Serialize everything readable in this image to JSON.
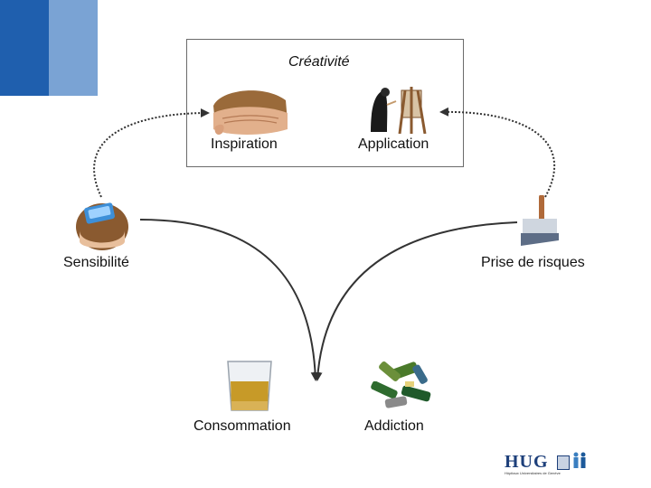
{
  "diagram": {
    "box_title": "Créativité",
    "nodes": {
      "inspiration": "Inspiration",
      "application": "Application",
      "sensibilite": "Sensibilité",
      "prise_de_risques": "Prise de risques",
      "consommation": "Consommation",
      "addiction": "Addiction"
    }
  },
  "logo": {
    "name": "HUG",
    "subtitle": "Hôpitaux Universitaires de Genève"
  },
  "colors": {
    "bar_dark": "#1f5fae",
    "bar_light": "#7aa3d4",
    "arrow": "#333333"
  }
}
